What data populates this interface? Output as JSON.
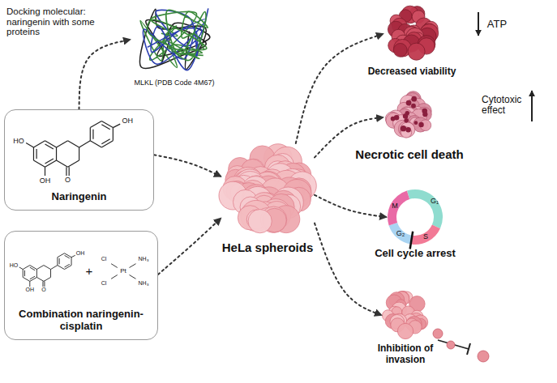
{
  "diagram": {
    "nodes": [
      {
        "text": [
          "MLKL (PDB Code 4M67)"
        ]
      },
      {
        "text": [
          "Naringenin"
        ]
      },
      {
        "text": [
          "Combination naringenin-cisplatin"
        ]
      },
      {
        "text": [
          "HeLa spheroids"
        ]
      },
      {
        "text": [
          "Decreased viability"
        ]
      },
      {
        "text": [
          "Necrotic cell death"
        ]
      },
      {
        "text": [
          "Cell cycle arrest"
        ]
      },
      {
        "text": [
          "Inhibition of invasion"
        ]
      }
    ],
    "edges": [
      {
        "from": 1,
        "to": 0,
        "arrow": "to"
      },
      {
        "from": 1,
        "to": 3,
        "arrow": "to"
      },
      {
        "from": 2,
        "to": 3,
        "arrow": "to"
      },
      {
        "from": 3,
        "to": 4,
        "arrow": "to"
      },
      {
        "from": 3,
        "to": 5,
        "arrow": "to"
      },
      {
        "from": 3,
        "to": 6,
        "arrow": "to"
      },
      {
        "from": 3,
        "to": 7,
        "arrow": "to"
      }
    ],
    "labels": [
      "Docking molecular: naringenin with some proteins",
      "HO",
      "OH",
      "OH",
      "O",
      "HO",
      "OH",
      "OH",
      "O",
      "+",
      "Cl",
      "Cl",
      "Pt",
      "NH₃",
      "NH₃",
      "ATP",
      "Cytotoxic effect",
      "G₁",
      "S",
      "G₂",
      "M"
    ]
  }
}
